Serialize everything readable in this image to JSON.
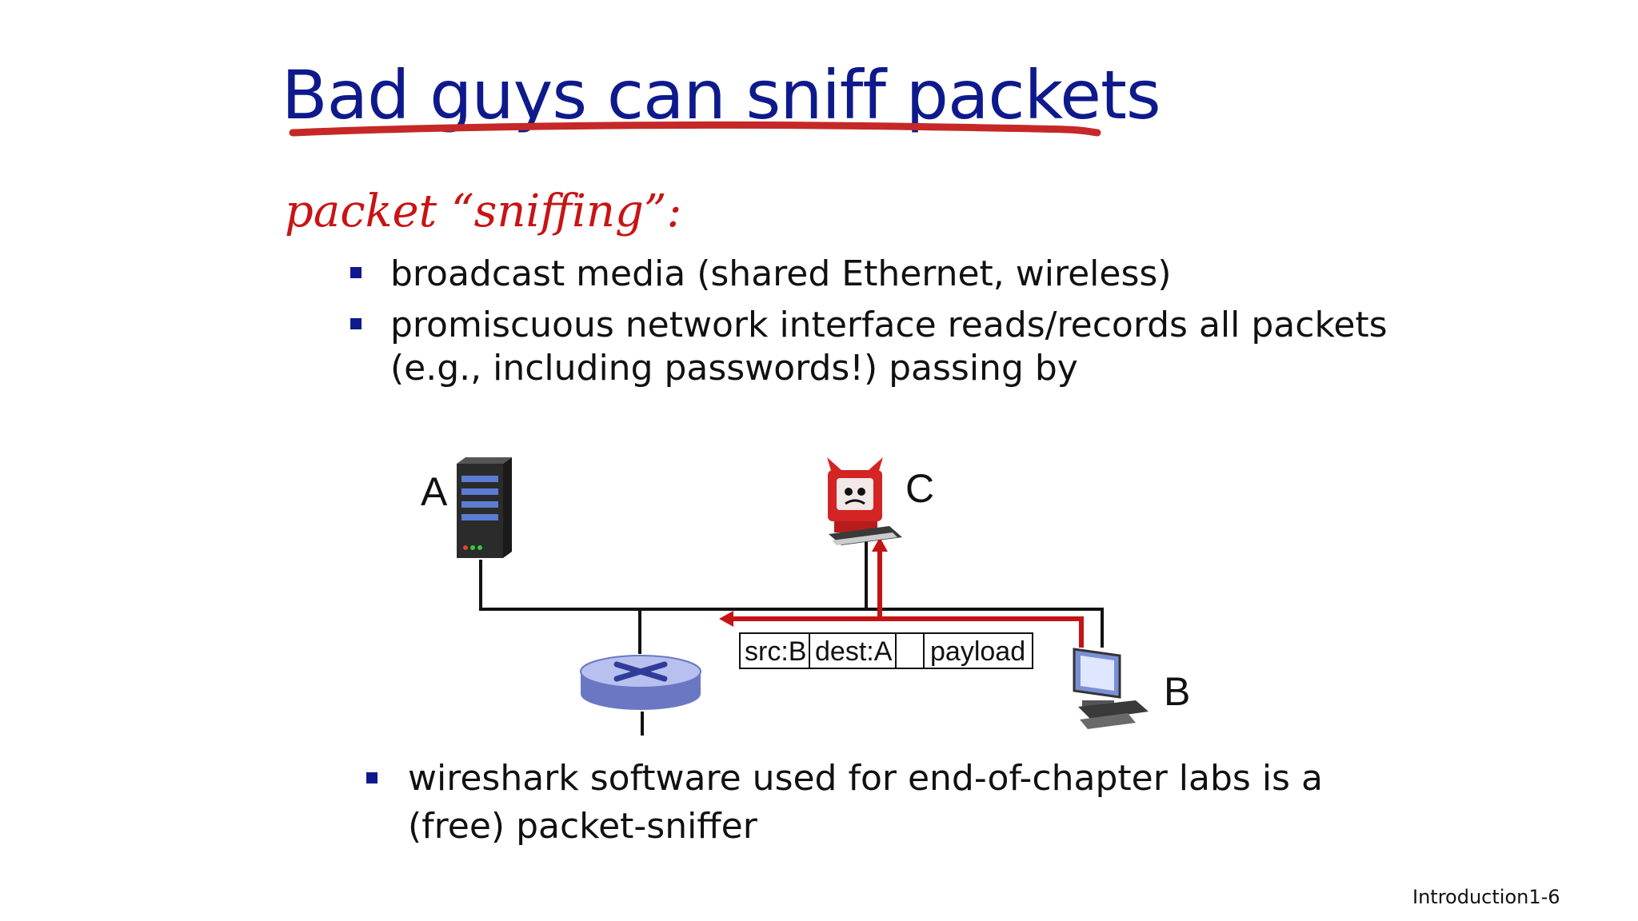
{
  "slide": {
    "title": "Bad guys can sniff packets",
    "subtitle": "packet “sniffing”:",
    "bullets": [
      "broadcast media (shared Ethernet, wireless)",
      "promiscuous network interface reads/records all packets (e.g., including passwords!) passing by"
    ],
    "bottom_bullet": "wireshark software used for end-of-chapter labs is a (free) packet-sniffer",
    "footer": "Introduction1-6",
    "accent_color": "#0e1a8c",
    "highlight_color": "#c81414"
  },
  "diagram": {
    "nodes": {
      "a": {
        "label": "A",
        "icon": "server-icon"
      },
      "b": {
        "label": "B",
        "icon": "desktop-computer-icon"
      },
      "c": {
        "label": "C",
        "icon": "bad-guy-computer-icon"
      },
      "router": {
        "icon": "router-icon"
      }
    },
    "packet": {
      "src": "src:B",
      "dest": "dest:A",
      "payload": "payload"
    }
  }
}
